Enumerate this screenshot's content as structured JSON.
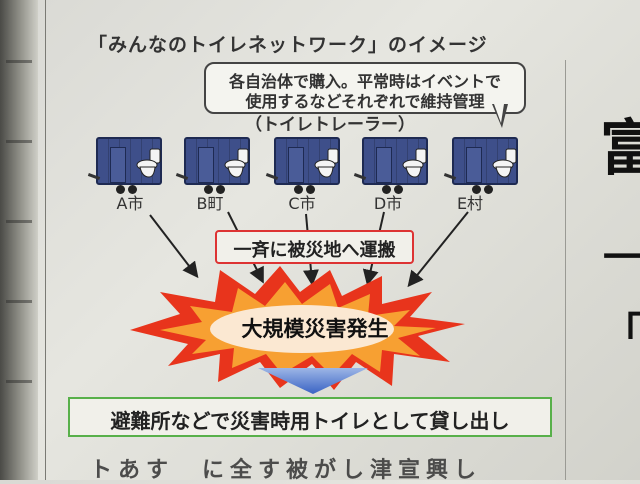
{
  "title": "「みんなのトイレネットワーク」のイメージ",
  "bubble": {
    "line1": "各自治体で購入。平常時はイベントで",
    "line2": "使用するなどそれぞれで維持管理"
  },
  "subtitle": "（トイレトレーラー）",
  "cities": [
    "A市",
    "B町",
    "C市",
    "D市",
    "E村"
  ],
  "banner": "一斉に被災地へ運搬",
  "disaster": "大規模災害発生",
  "bottom": "避難所などで災害時用トイレとして貸し出し",
  "bleed_text": "トあす　に全す被がし津宣興し",
  "right_chars": [
    "富",
    "一",
    "「"
  ],
  "colors": {
    "trailer": "#3e4f8a",
    "banner_border": "#dd3333",
    "bottom_border": "#58b04a",
    "burst_outer": "#e8341c",
    "burst_inner": "#f7a032"
  }
}
